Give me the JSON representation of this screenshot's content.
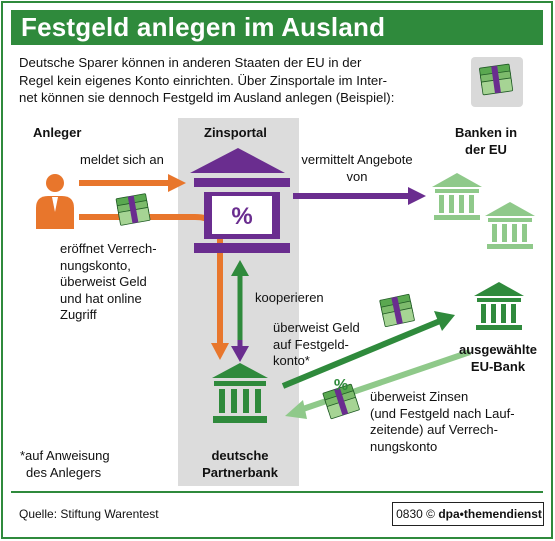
{
  "title": "Festgeld anlegen im Ausland",
  "intro": [
    "Deutsche Sparer können in anderen Staaten der EU in der",
    "Regel kein eigenes Konto einrichten. Über Zinsportale im Inter-",
    "net können sie dennoch Festgeld im Ausland anlegen (Beispiel):"
  ],
  "nodes": {
    "anleger": "Anleger",
    "zinsportal": "Zinsportal",
    "banken_eu": [
      "Banken in",
      "der EU"
    ],
    "ausgewaehlte_bank": [
      "ausgewählte",
      "EU-Bank"
    ],
    "partnerbank": [
      "deutsche",
      "Partnerbank"
    ]
  },
  "edges": {
    "meldet": "meldet sich an",
    "vermittelt": [
      "vermittelt Angebote",
      "von"
    ],
    "eroeffnet": [
      "eröffnet Verrech-",
      "nungskonto,",
      "überweist Geld",
      "und hat online",
      "Zugriff"
    ],
    "kooperieren": "kooperieren",
    "festgeld": [
      "überweist Geld",
      "auf Festgeld-",
      "konto*"
    ],
    "zinsen": [
      "überweist Zinsen",
      "(und Festgeld nach Lauf-",
      "zeitende) auf Verrech-",
      "nungskonto"
    ]
  },
  "footnote": [
    "*auf Anweisung",
    "des Anlegers"
  ],
  "percent": "%",
  "source": "Quelle: Stiftung Warentest",
  "credit": {
    "code": "0830",
    "agency": "dpa",
    "suffix": "themendienst"
  },
  "colors": {
    "green": "#2f8a3c",
    "light_green": "#8fc98a",
    "orange": "#e8762c",
    "purple": "#6a2d8f",
    "grey_column": "#dcdcdc"
  },
  "icons": [
    "money-stack-icon",
    "person-icon",
    "bank-icon",
    "percent-icon"
  ]
}
